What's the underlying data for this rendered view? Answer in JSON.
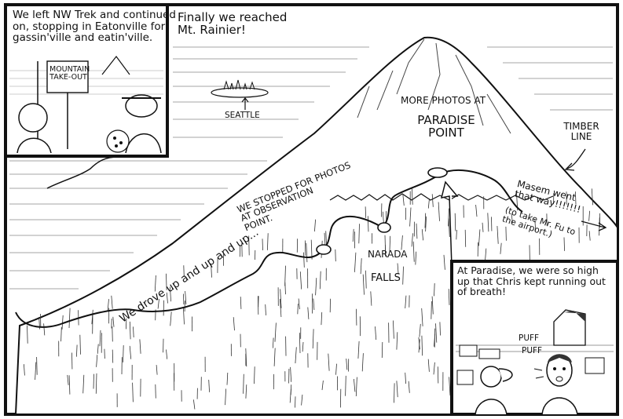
{
  "panels": {
    "inset_top_left": {
      "caption": "We left NW Trek and continued\non, stopping in Eatonville for\ngassin'ville and eatin'ville.",
      "sign": "MOUNTAIN\nTAKE-OUT"
    },
    "main": {
      "caption": "Finally we reached\nMt. Rainier!",
      "labels": {
        "seattle": "SEATTLE",
        "more_photos": "MORE PHOTOS AT",
        "paradise_point": "PARADISE\nPOINT",
        "timber_line": "TIMBER\nLINE",
        "observation": "WE STOPPED FOR PHOTOS\nAT OBSERVATION\nPOINT.",
        "masem": "Masem went\nthat way!!!!!!!",
        "masem_note": "(to take Mr. Fu to\nthe airport.)",
        "narada": "NARADA",
        "falls": "FALLS",
        "drove": "We drove up and up and up..."
      }
    },
    "inset_bottom_right": {
      "caption": "At Paradise, we were so high\nup that Chris kept running out\nof breath!",
      "puff1": "PUFF",
      "puff2": "PUFF"
    }
  }
}
